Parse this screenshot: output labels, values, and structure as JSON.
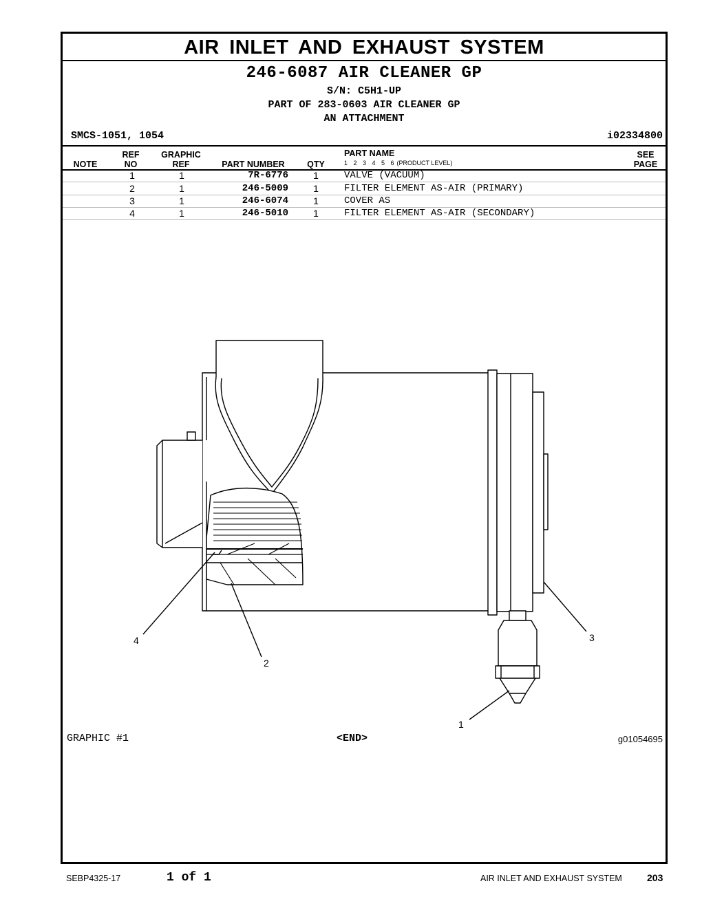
{
  "section_title": "AIR INLET AND EXHAUST SYSTEM",
  "group": {
    "title": "246-6087 AIR CLEANER GP",
    "serial": "S/N: C5H1-UP",
    "part_of": "PART OF 283-0603 AIR CLEANER GP",
    "attachment": "AN ATTACHMENT"
  },
  "smcs": "SMCS-1051, 1054",
  "illustration_id": "i02334800",
  "table_headers": {
    "note": "NOTE",
    "ref_top": "REF",
    "ref_bottom": "NO",
    "graphic_top": "GRAPHIC",
    "graphic_bottom": "REF",
    "part_number": "PART NUMBER",
    "qty": "QTY",
    "part_name": "PART NAME",
    "levels": "1 2 3 4 5 6",
    "product_level": "(PRODUCT LEVEL)",
    "see_top": "SEE",
    "see_bottom": "PAGE"
  },
  "rows": [
    {
      "ref": "1",
      "graphic": "1",
      "part": "7R-6776",
      "qty": "1",
      "name": "VALVE (VACUUM)"
    },
    {
      "ref": "2",
      "graphic": "1",
      "part": "246-5009",
      "qty": "1",
      "name": "FILTER ELEMENT AS-AIR (PRIMARY)"
    },
    {
      "ref": "3",
      "graphic": "1",
      "part": "246-6074",
      "qty": "1",
      "name": "COVER AS"
    },
    {
      "ref": "4",
      "graphic": "1",
      "part": "246-5010",
      "qty": "1",
      "name": "FILTER ELEMENT AS-AIR (SECONDARY)"
    }
  ],
  "callouts": [
    "1",
    "2",
    "3",
    "4"
  ],
  "graphic_label": "GRAPHIC #1",
  "end_label": "<END>",
  "graphic_id": "g01054695",
  "footer": {
    "doc_code": "SEBP4325-17",
    "pages": "1 of 1",
    "section": "AIR INLET AND EXHAUST SYSTEM",
    "page_number": "203"
  }
}
